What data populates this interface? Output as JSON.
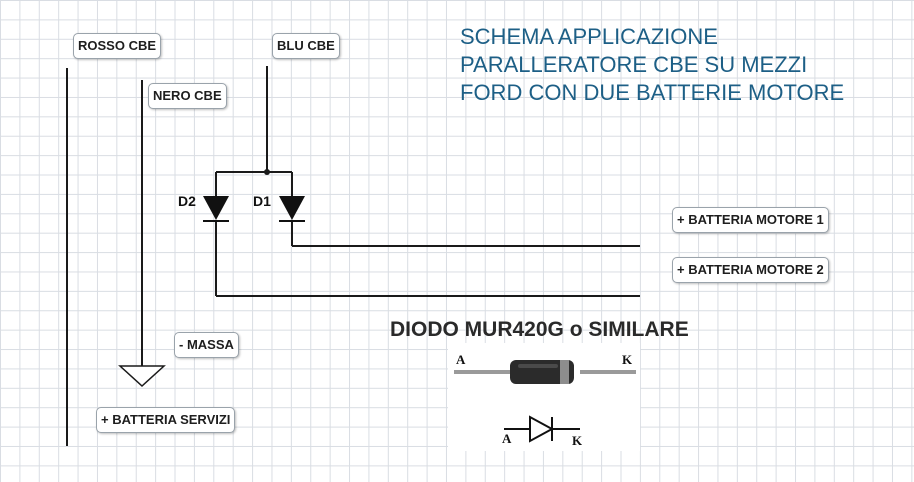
{
  "title": {
    "line1": "SCHEMA APPLICAZIONE",
    "line2": "PARALLERATORE CBE SU MEZZI",
    "line3": "FORD CON DUE BATTERIE MOTORE"
  },
  "labels": {
    "rosso_cbe": "ROSSO CBE",
    "blu_cbe": "BLU CBE",
    "nero_cbe": "NERO CBE",
    "batteria_motore_1": "+ BATTERIA MOTORE 1",
    "batteria_motore_2": "+ BATTERIA MOTORE 2",
    "massa": "- MASSA",
    "batteria_servizi": "+ BATTERIA SERVIZI"
  },
  "diodes": {
    "d1": "D1",
    "d2": "D2"
  },
  "component": {
    "title": "DIODO MUR420G o SIMILARE",
    "anode": "A",
    "cathode": "K"
  },
  "colors": {
    "title": "#1d5f86",
    "wire": "#1a1a1a",
    "grid": "#d9dde3"
  }
}
